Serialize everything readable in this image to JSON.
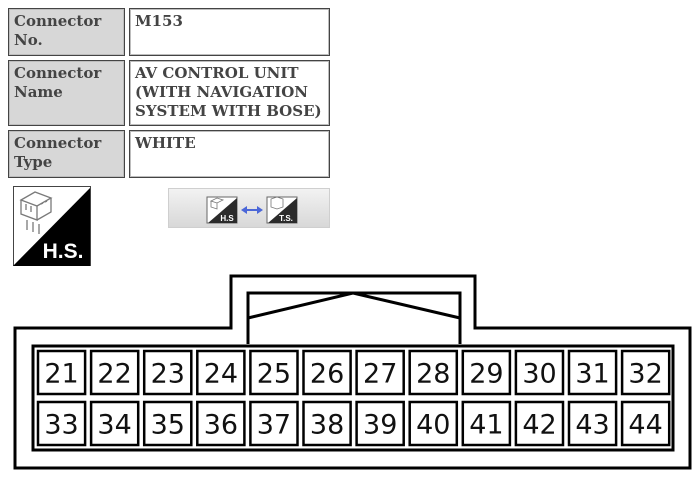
{
  "info": {
    "connector_no": {
      "label": "Connector\nNo.",
      "value": "M153"
    },
    "connector_name": {
      "label": "Connector\nName",
      "value": "AV CONTROL UNIT\n(WITH NAVIGATION\nSYSTEM WITH BOSE)"
    },
    "connector_type": {
      "label": "Connector\nType",
      "value": "WHITE"
    }
  },
  "hs_icon": {
    "label": "H.S."
  },
  "toggle": {
    "left_label": "H.S",
    "right_label": "T.S."
  },
  "connector": {
    "top_row_pins": [
      "21",
      "22",
      "23",
      "24",
      "25",
      "26",
      "27",
      "28",
      "29",
      "30",
      "31",
      "32"
    ],
    "bottom_row_pins": [
      "33",
      "34",
      "35",
      "36",
      "37",
      "38",
      "39",
      "40",
      "41",
      "42",
      "43",
      "44"
    ]
  }
}
